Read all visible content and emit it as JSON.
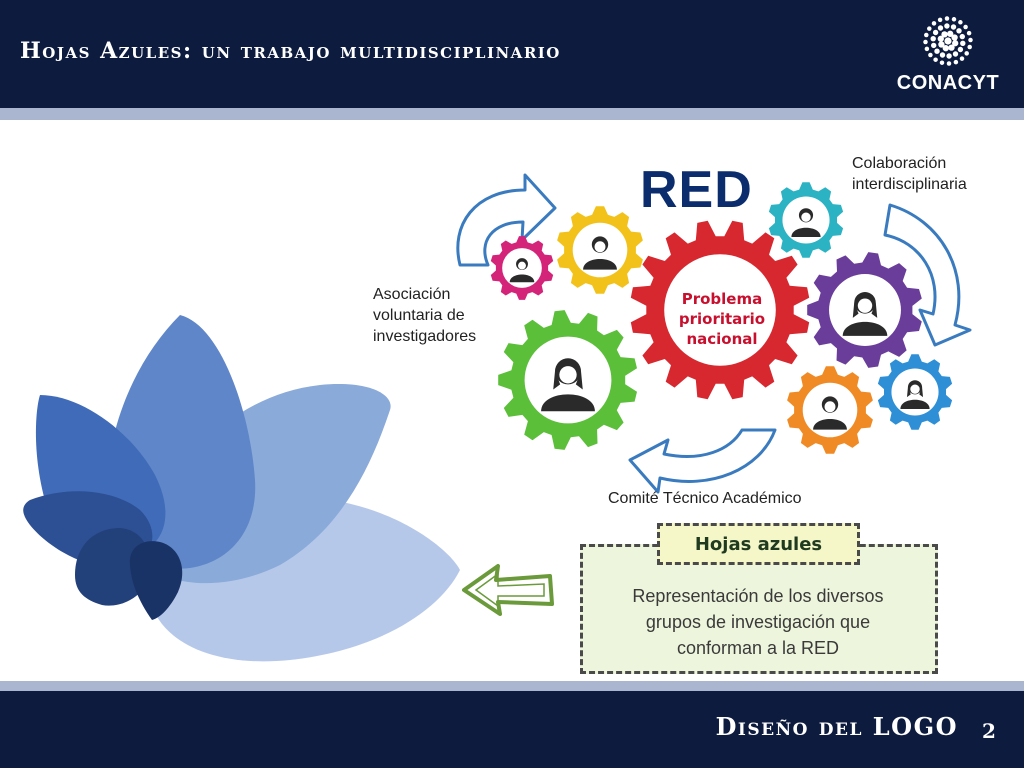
{
  "header": {
    "title": "Hojas Azules: un trabajo multidisciplinario",
    "logo_text": "CONACYT"
  },
  "diagram": {
    "network_title": "RED",
    "center_gear": [
      "Problema",
      "prioritario",
      "nacional"
    ],
    "labels": {
      "collaboration": [
        "Colaboración",
        "interdisciplinaria"
      ],
      "association": [
        "Asociación",
        "voluntaria de",
        "investigadores"
      ],
      "committee": "Comité Técnico Académico"
    }
  },
  "callout": {
    "label": "Hojas azules",
    "text": [
      "Representación de los diversos",
      "grupos de investigación que",
      "conforman a la RED"
    ]
  },
  "footer": {
    "section": "Diseño del LOGO",
    "page_number": "2"
  },
  "colors": {
    "navy": "#0d1b3e",
    "strip": "#aab6cf",
    "red_gear": "#d7282f",
    "callout_bg": "#edf5dc"
  }
}
